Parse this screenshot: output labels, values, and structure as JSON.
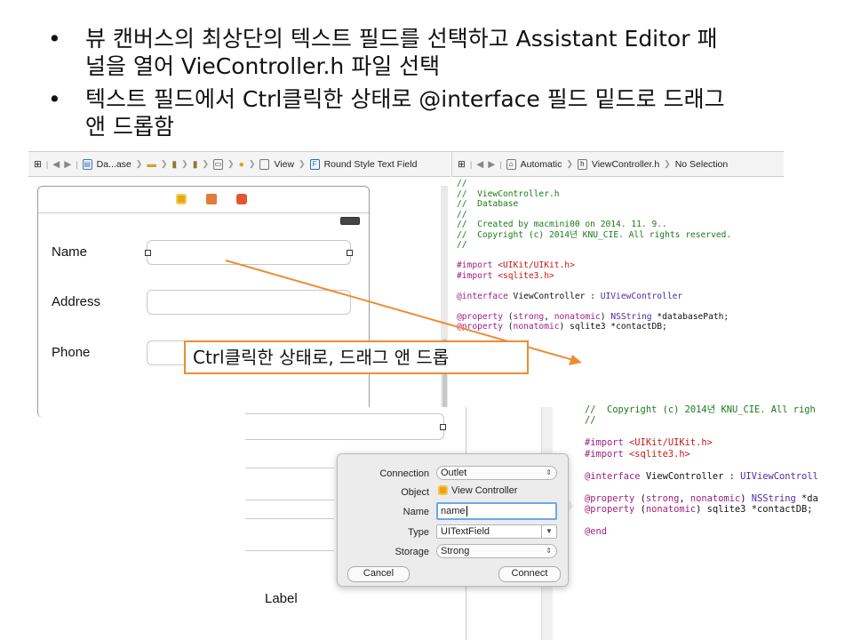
{
  "slide": {
    "bullets": [
      {
        "line1": "뷰 캔버스의 최상단의 텍스트 필드를 선택하고 Assistant Editor 패",
        "line2": "널을 열어 VieController.h 파일 선택"
      },
      {
        "line1": "텍스트 필드에서 Ctrl클릭한 상태로 @interface 필드 밑드로 드래그",
        "line2": "앤 드롭함"
      }
    ],
    "bullet_glyph": "•",
    "callout": "Ctrl클릭한 상태로, 드래그 앤 드롭",
    "arrow_color": "#ed8c35"
  },
  "jumpbar_left": {
    "items": [
      "Da...ase",
      "View",
      "Round Style Text Field"
    ]
  },
  "jumpbar_right": {
    "mode": "Automatic",
    "file": "ViewController.h",
    "selection": "No Selection"
  },
  "canvas": {
    "fields": [
      {
        "label": "Name"
      },
      {
        "label": "Address"
      },
      {
        "label": "Phone"
      }
    ],
    "bottom_label": "Label"
  },
  "code_top": [
    {
      "t": "//",
      "cls": "c"
    },
    {
      "t": "//  ViewController.h",
      "cls": "c"
    },
    {
      "t": "//  Database",
      "cls": "c"
    },
    {
      "t": "//",
      "cls": "c"
    },
    {
      "t": "//  Created by macmini00 on 2014. 11. 9..",
      "cls": "c"
    },
    {
      "t": "//  Copyright (c) 2014년 KNU_CIE. All rights reserved.",
      "cls": "c"
    },
    {
      "t": "//",
      "cls": "c"
    },
    {
      "t": "",
      "cls": ""
    },
    {
      "t": "#import <UIKit/UIKit.h>",
      "cls": "imp"
    },
    {
      "t": "#import <sqlite3.h>",
      "cls": "imp"
    },
    {
      "t": "",
      "cls": ""
    },
    {
      "t": "@interface ViewController : UIViewController",
      "cls": "iface"
    },
    {
      "t": "",
      "cls": ""
    },
    {
      "t": "@property (strong, nonatomic) NSString *databasePath;",
      "cls": "prop1"
    },
    {
      "t": "@property (nonatomic) sqlite3 *contactDB;",
      "cls": "prop2"
    }
  ],
  "code_bottom": [
    {
      "t": "//  Copyright (c) 2014년 KNU_CIE. All righ",
      "cls": "c"
    },
    {
      "t": "//",
      "cls": "c"
    },
    {
      "t": "",
      "cls": ""
    },
    {
      "t": "#import <UIKit/UIKit.h>",
      "cls": "imp"
    },
    {
      "t": "#import <sqlite3.h>",
      "cls": "imp"
    },
    {
      "t": "",
      "cls": ""
    },
    {
      "t": "@interface ViewController : UIViewControll",
      "cls": "iface"
    },
    {
      "t": "",
      "cls": ""
    },
    {
      "t": "@property (strong, nonatomic) NSString *da",
      "cls": "prop1"
    },
    {
      "t": "@property (nonatomic) sqlite3 *contactDB;",
      "cls": "prop2"
    },
    {
      "t": "",
      "cls": ""
    },
    {
      "t": "@end",
      "cls": "end"
    }
  ],
  "popover": {
    "connection_label": "Connection",
    "connection_value": "Outlet",
    "object_label": "Object",
    "object_value": "View Controller",
    "name_label": "Name",
    "name_value": "name",
    "type_label": "Type",
    "type_value": "UITextField",
    "storage_label": "Storage",
    "storage_value": "Strong",
    "cancel": "Cancel",
    "connect": "Connect"
  },
  "colors": {
    "comment": "#1b7a1b",
    "keyword": "#a0207f",
    "string": "#c41a16",
    "type": "#4a2ba5",
    "callout_border": "#ed8c35",
    "focus": "#6fa7e8"
  }
}
